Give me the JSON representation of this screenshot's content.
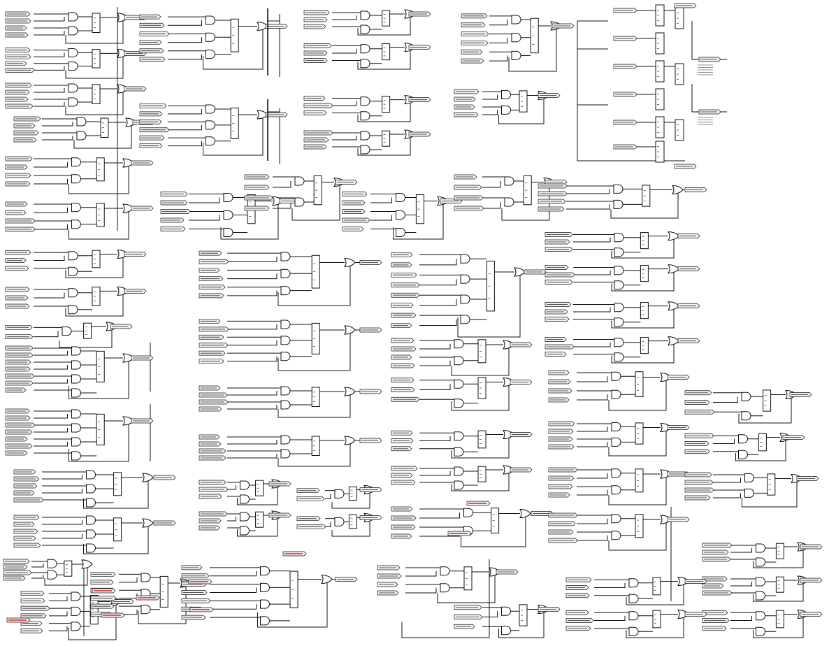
{
  "title": "",
  "colors": {
    "line": "#111111",
    "gate_fill": "#ffffff",
    "label_fill": "#f2f2f2",
    "highlight": "#e0201a"
  },
  "note": "",
  "regions": [
    {
      "id": "r1"
    },
    {
      "id": "r2"
    },
    {
      "id": "r3"
    },
    {
      "id": "r4"
    },
    {
      "id": "r5"
    },
    {
      "id": "r6"
    },
    {
      "id": "r7"
    },
    {
      "id": "r8"
    },
    {
      "id": "r9"
    },
    {
      "id": "r10"
    },
    {
      "id": "r11"
    },
    {
      "id": "r12"
    }
  ]
}
